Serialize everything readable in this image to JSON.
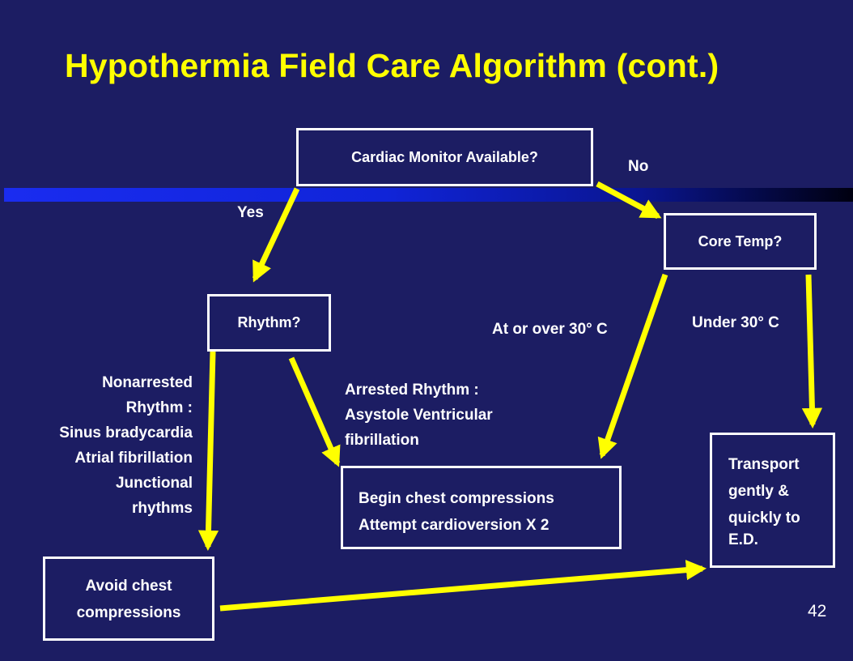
{
  "slide": {
    "title": "Hypothermia Field Care Algorithm (cont.)",
    "page_number": "42"
  },
  "nodes": {
    "cardiac_monitor": "Cardiac Monitor Available?",
    "core_temp": "Core Temp?",
    "rhythm": "Rhythm?",
    "begin_cpr": [
      "Begin chest compressions",
      "Attempt cardioversion X 2"
    ],
    "transport": [
      "Transport",
      "gently &",
      "quickly to",
      "E.D."
    ],
    "avoid_compressions": [
      "Avoid chest",
      "compressions"
    ]
  },
  "edge_labels": {
    "no": "No",
    "yes": "Yes",
    "at_or_over": "At or over 30° C",
    "under": "Under 30° C",
    "nonarrested": [
      "Nonarrested",
      "Rhythm :",
      "Sinus bradycardia",
      "Atrial fibrillation",
      "Junctional",
      "rhythms"
    ],
    "arrested": [
      "Arrested Rhythm :",
      "Asystole Ventricular",
      "fibrillation"
    ]
  },
  "colors": {
    "background": "#1c1d63",
    "title": "#ffff00",
    "arrow": "#ffff00",
    "box_border": "#ffffff",
    "text": "#ffffff"
  }
}
